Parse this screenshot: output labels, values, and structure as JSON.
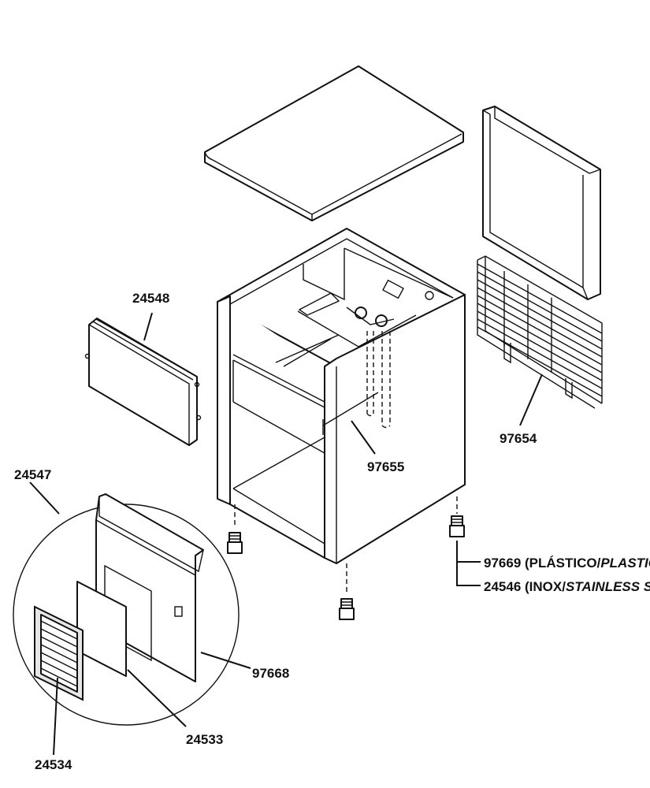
{
  "labels": {
    "p24548": "24548",
    "p97654": "97654",
    "p97655": "97655",
    "p24547": "24547",
    "p97668": "97668",
    "p24533": "24533",
    "p24534": "24534",
    "p97669_code": "97669 (PLÁSTICO/",
    "p97669_italic": "PLASTIC",
    "p97669_end": ")",
    "p24546_code": "24546 (INOX/",
    "p24546_italic": "STAINLESS STEEL",
    "p24546_end": ")"
  },
  "colors": {
    "line": "#111111",
    "background": "#ffffff",
    "shade": "#e6e6e6"
  }
}
